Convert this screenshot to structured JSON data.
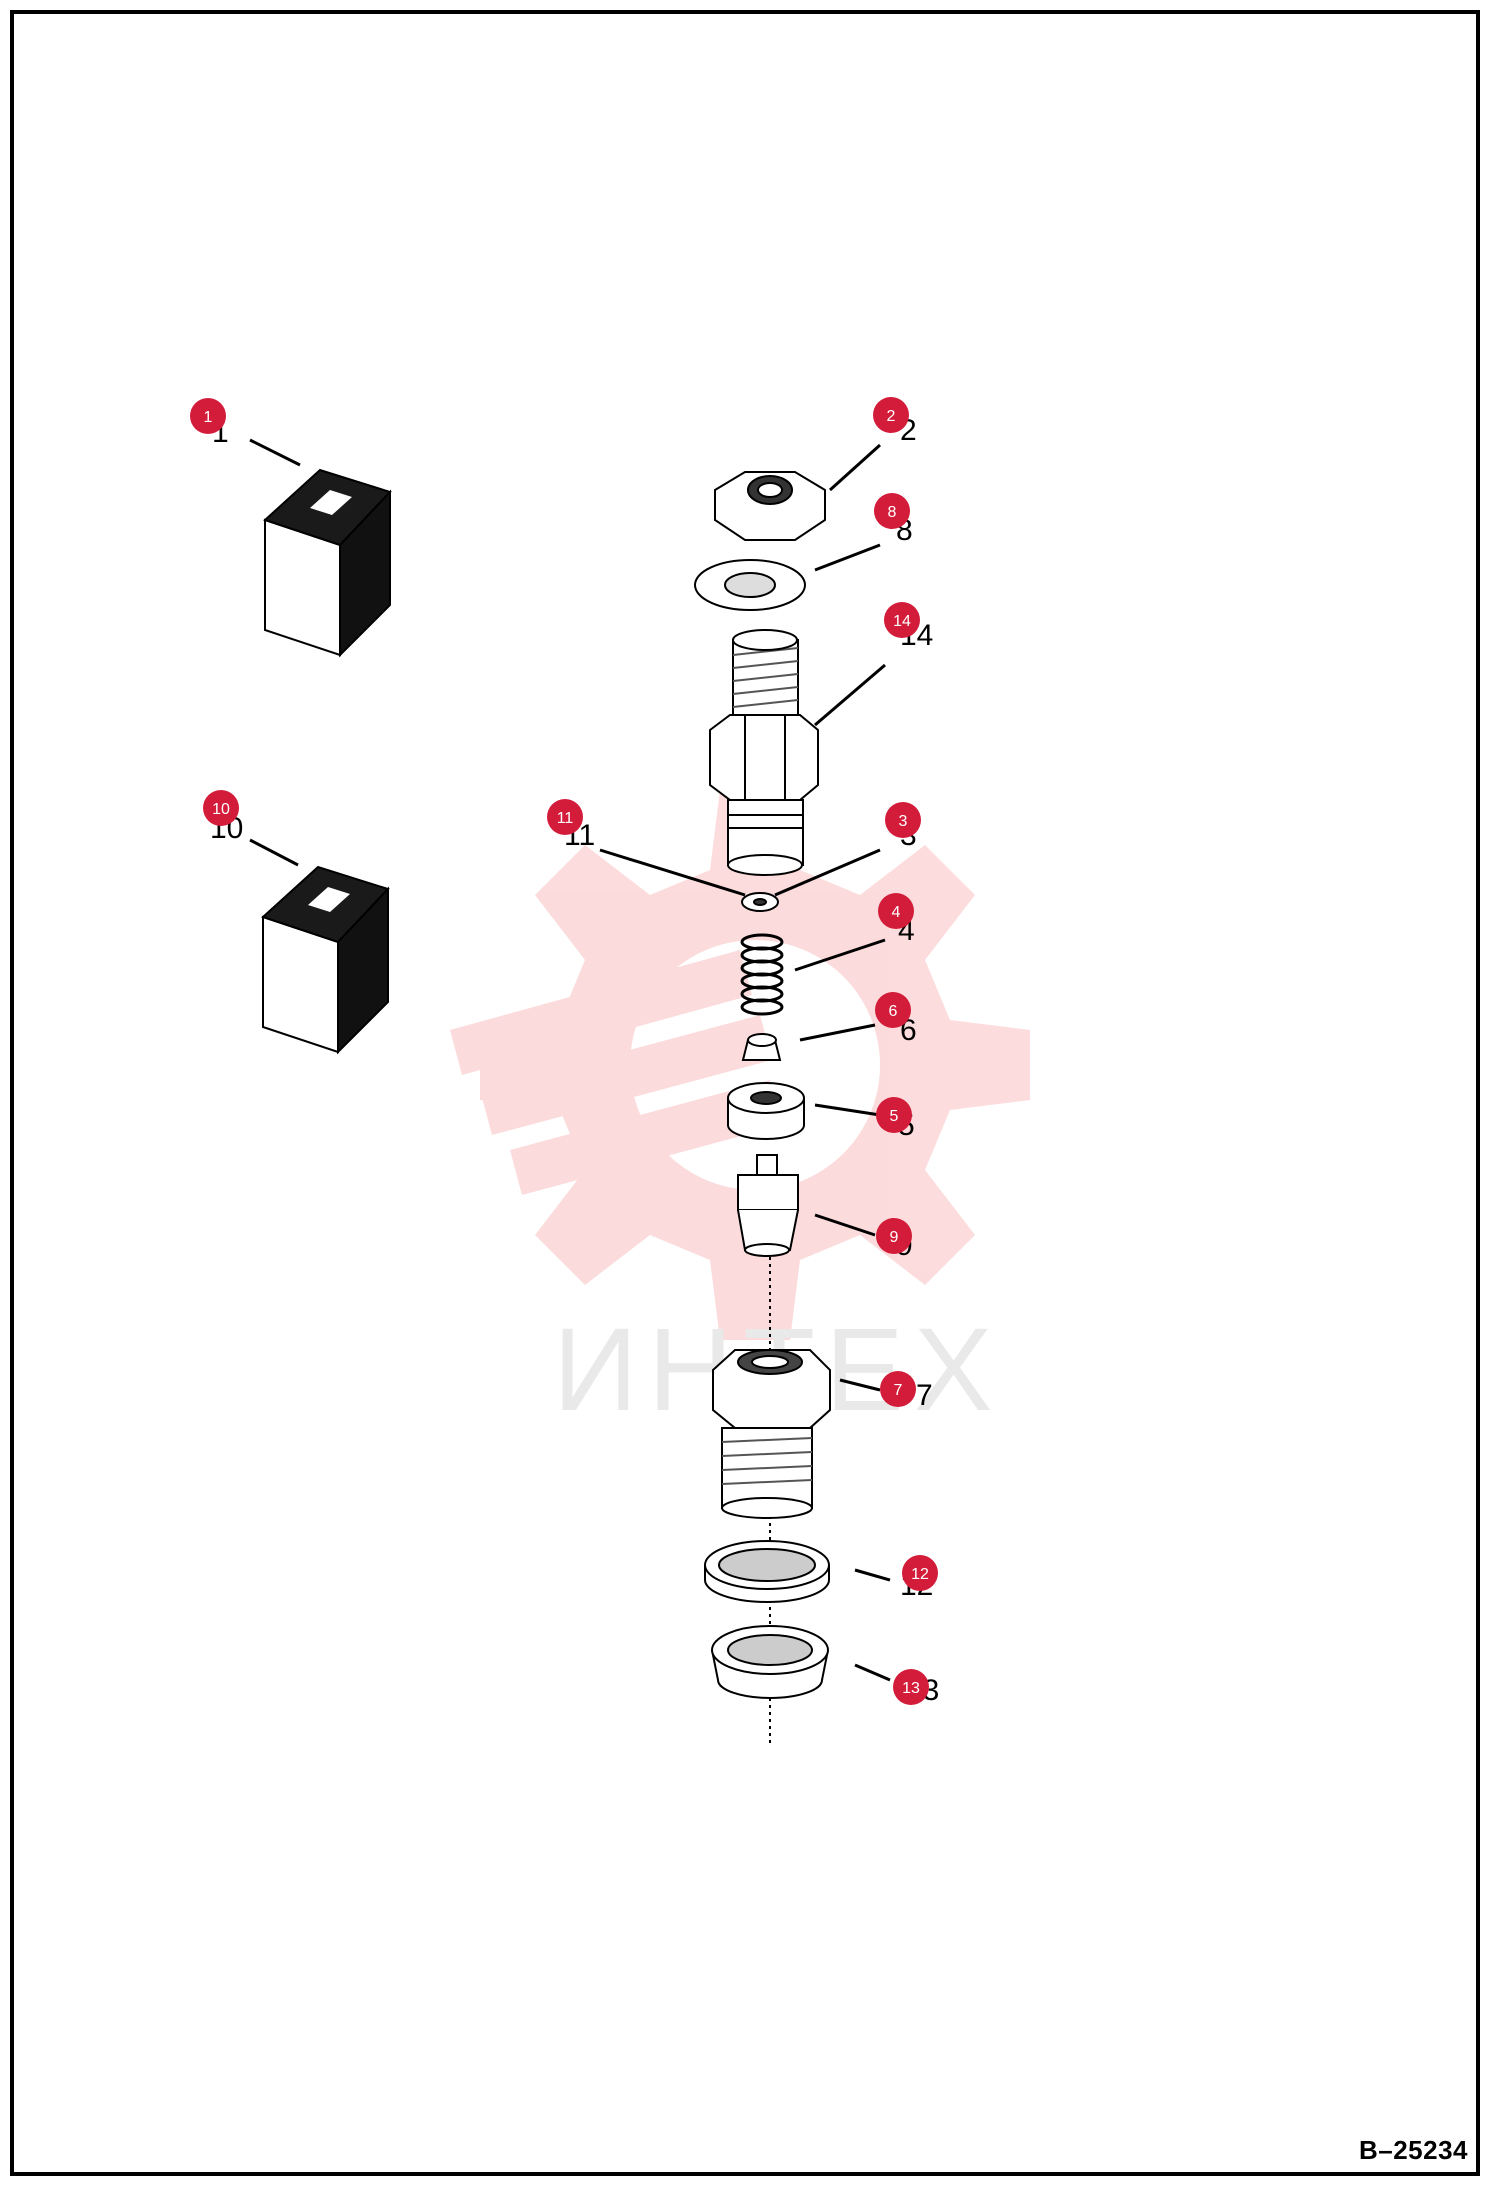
{
  "callouts": [
    {
      "label": "1"
    },
    {
      "label": "2"
    },
    {
      "label": "8"
    },
    {
      "label": "14"
    },
    {
      "label": "10"
    },
    {
      "label": "11"
    },
    {
      "label": "3"
    },
    {
      "label": "4"
    },
    {
      "label": "6"
    },
    {
      "label": "5"
    },
    {
      "label": "9"
    },
    {
      "label": "7"
    },
    {
      "label": "12"
    },
    {
      "label": "13"
    }
  ],
  "drawing_id": "B–25234",
  "watermark": {
    "text": "ИНТЕХ",
    "color": "#ee3b3b"
  },
  "colors": {
    "callout_fill": "#d31c3a",
    "line": "#000000",
    "frame": "#000000"
  }
}
